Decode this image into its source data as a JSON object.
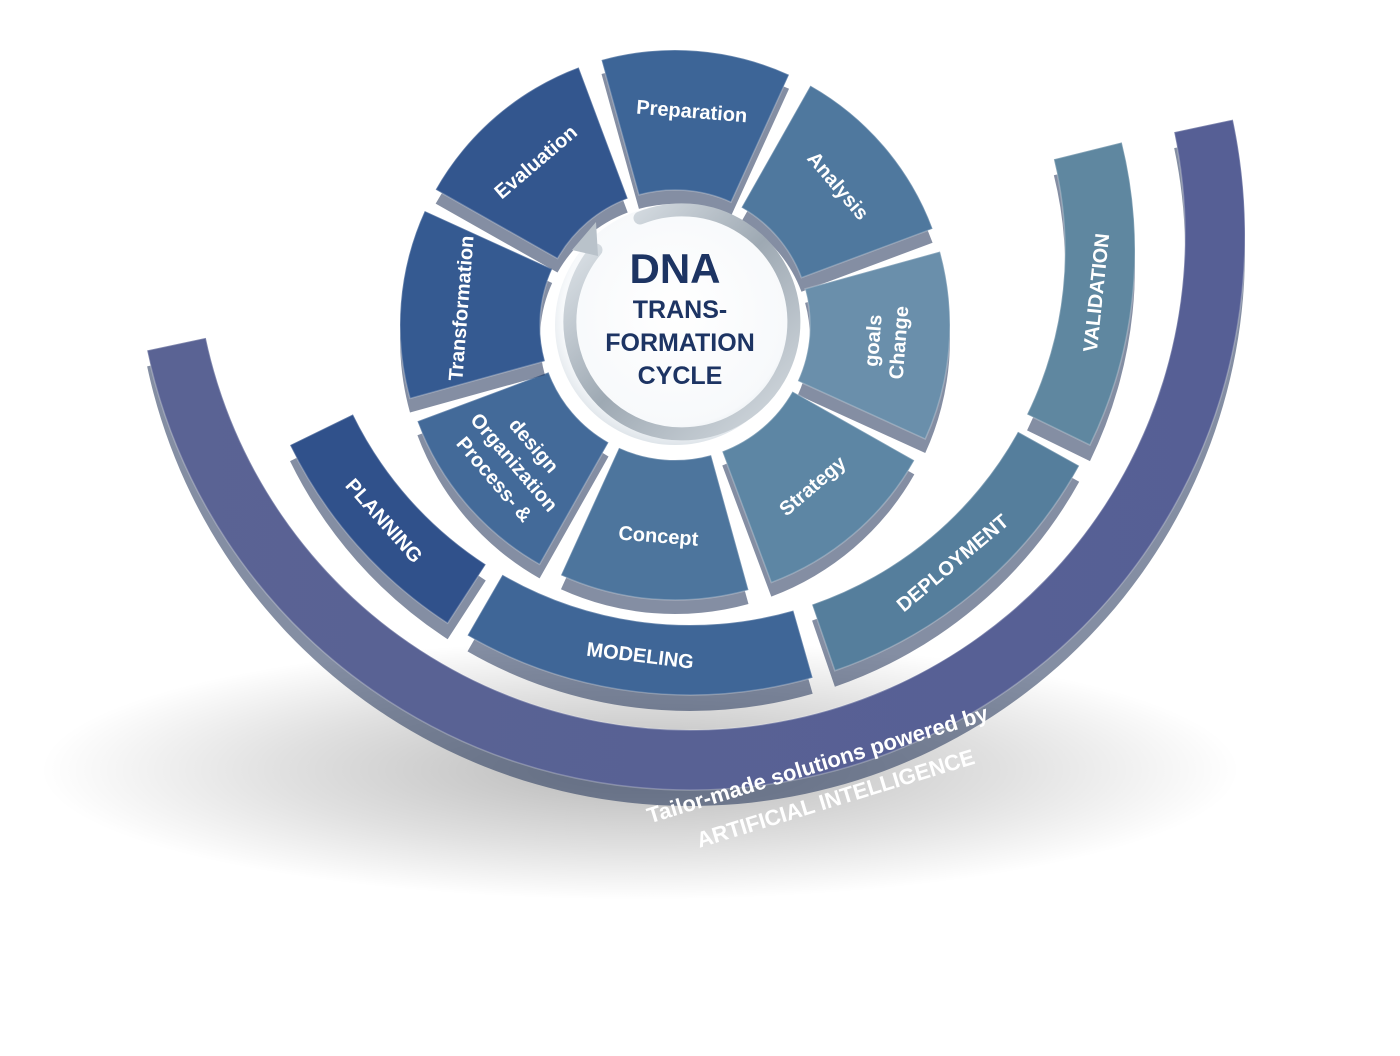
{
  "center": {
    "title": "DNA",
    "lines": [
      "TRANS-",
      "FORMATION",
      "CYCLE"
    ]
  },
  "inner_ring": [
    {
      "id": "preparation",
      "lines": [
        "Preparation"
      ]
    },
    {
      "id": "analysis",
      "lines": [
        "Analysis"
      ]
    },
    {
      "id": "change-goals",
      "lines": [
        "Change",
        "goals"
      ]
    },
    {
      "id": "strategy",
      "lines": [
        "Strategy"
      ]
    },
    {
      "id": "concept",
      "lines": [
        "Concept"
      ]
    },
    {
      "id": "process-organization-design",
      "lines": [
        "Process- &",
        "Organization",
        "design"
      ]
    },
    {
      "id": "transformation",
      "lines": [
        "Transformation"
      ]
    },
    {
      "id": "evaluation",
      "lines": [
        "Evaluation"
      ]
    }
  ],
  "middle_arc": [
    {
      "id": "planning",
      "label": "PLANNING"
    },
    {
      "id": "modeling",
      "label": "MODELING"
    },
    {
      "id": "deployment",
      "label": "DEPLOYMENT"
    },
    {
      "id": "validation",
      "label": "VALIDATION"
    }
  ],
  "outer_band": {
    "lines": [
      "Tailor-made solutions powered by",
      "ARTIFICIAL INTELLIGENCE"
    ]
  },
  "colors": {
    "dark_blue": "#33558c",
    "steel_blue": "#5e87a6",
    "band_purple": "#5c6596",
    "center_text": "#1d3463",
    "white": "#ffffff"
  }
}
